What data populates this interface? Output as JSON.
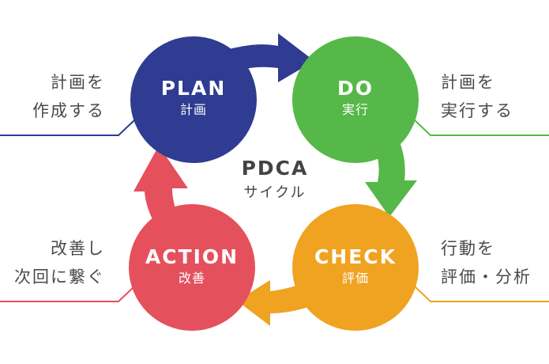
{
  "center": {
    "title": "PDCA",
    "subtitle": "サイクル"
  },
  "stages": {
    "plan": {
      "name": "PLAN",
      "name_ja": "計画",
      "description": [
        "計画を",
        "作成する"
      ],
      "color": "#2F3C91"
    },
    "do": {
      "name": "DO",
      "name_ja": "実行",
      "description": [
        "計画を",
        "実行する"
      ],
      "color": "#55B848"
    },
    "check": {
      "name": "CHECK",
      "name_ja": "評価",
      "description": [
        "行動を",
        "評価・分析"
      ],
      "color": "#EFA320"
    },
    "action": {
      "name": "ACTION",
      "name_ja": "改善",
      "description": [
        "改善し",
        "次回に繋ぐ"
      ],
      "color": "#E5505D"
    }
  }
}
